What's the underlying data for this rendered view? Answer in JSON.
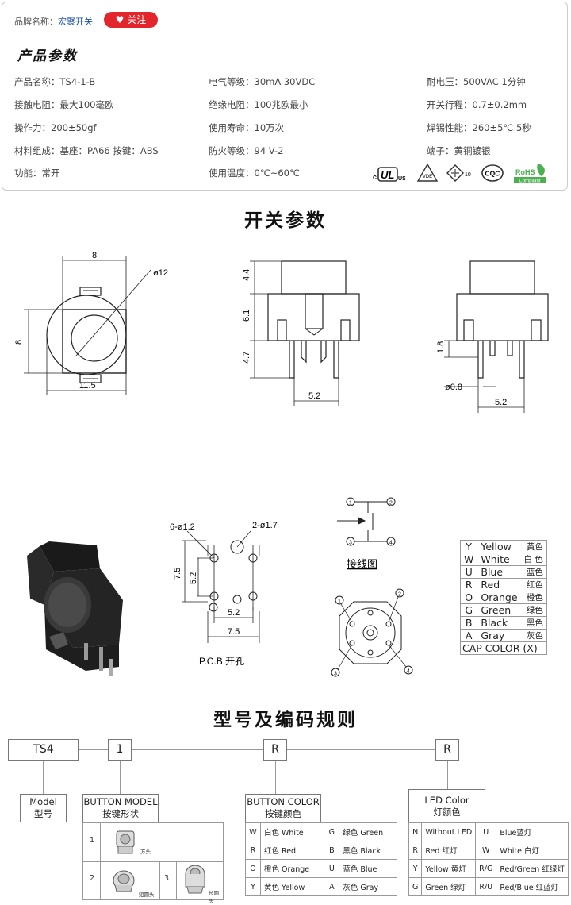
{
  "header": {
    "brand_label": "品牌名称：",
    "brand_name": "宏聚开关",
    "follow_label": "关注",
    "params_title": "产品参数"
  },
  "params": [
    {
      "label": "产品名称：TS4-1-B"
    },
    {
      "label": "电气等级：30mA  30VDC"
    },
    {
      "label": "耐电压：500VAC  1分钟"
    },
    {
      "label": "接触电阻：最大100毫欧"
    },
    {
      "label": "绝缘电阻：100兆欧最小"
    },
    {
      "label": "开关行程：0.7±0.2mm"
    },
    {
      "label": "操作力：200±50gf"
    },
    {
      "label": "使用寿命：10万次"
    },
    {
      "label": "焊锡性能：260±5℃  5秒"
    },
    {
      "label": "材料组成：基座：PA66   按键：ABS"
    },
    {
      "label": "防火等级：94 V-2"
    },
    {
      "label": "端子：黄铜镀银"
    },
    {
      "label": "功能：常开"
    },
    {
      "label": "使用温度：0℃~60℃"
    }
  ],
  "certs": {
    "ul": "c",
    "ul_us": "US",
    "vde": "VDE",
    "enec": "10",
    "cqc": "CQC",
    "rohs": "RoHS",
    "rohs_sub": "Compliant"
  },
  "titles": {
    "switch_params": "开关参数",
    "code_rules": "型号及编码规则"
  },
  "drawing": {
    "dim_8_top": "8",
    "dim_8_left": "8",
    "dim_dia12": "ø12",
    "dim_11_5": "11.5",
    "dim_4_4": "4.4",
    "dim_6_1": "6.1",
    "dim_4_7": "4.7",
    "dim_5_2_front": "5.2",
    "dim_1_8": "1.8",
    "dim_dia0_8": "ø0.8",
    "dim_5_2_side": "5.2",
    "pcb_holes_6": "6-ø1.2",
    "pcb_holes_2": "2-ø1.7",
    "pcb_7_5_v": "7.5",
    "pcb_5_2_v": "5.2",
    "pcb_5_2_h": "5.2",
    "pcb_7_5_h": "7.5",
    "pcb_label": "P.C.B.开孔",
    "wiring_label": "接线图",
    "pin1": "1",
    "pin2": "2",
    "pin3": "3",
    "pin4": "4"
  },
  "color_table": {
    "rows": [
      {
        "k": "Y",
        "en": "Yellow",
        "cn": "黄色"
      },
      {
        "k": "W",
        "en": "White",
        "cn": "白 色"
      },
      {
        "k": "U",
        "en": "Blue",
        "cn": "蓝色"
      },
      {
        "k": "R",
        "en": "Red",
        "cn": "红色"
      },
      {
        "k": "O",
        "en": "Orange",
        "cn": "橙色"
      },
      {
        "k": "G",
        "en": "Green",
        "cn": "绿色"
      },
      {
        "k": "B",
        "en": "Black",
        "cn": "黑色"
      },
      {
        "k": "A",
        "en": "Gray",
        "cn": "灰色"
      }
    ],
    "footer": "CAP COLOR (X)"
  },
  "code": {
    "box1": "TS4",
    "box2": "1",
    "box3": "R",
    "box4": "R",
    "model_en": "Model",
    "model_cn": "型号",
    "button_model_en": "BUTTON MODEL",
    "button_model_cn": "按键形状",
    "shape_rows": [
      {
        "k": "1",
        "label": "方头"
      },
      {
        "k": "2",
        "label": "短圆头"
      },
      {
        "k": "3",
        "label": "长圆头"
      }
    ],
    "button_color_en": "BUTTON COLOR",
    "button_color_cn": "按键颜色",
    "button_colors": [
      [
        "W",
        "白色 White",
        "G",
        "绿色 Green"
      ],
      [
        "R",
        "红色 Red",
        "B",
        "黑色 Black"
      ],
      [
        "O",
        "橙色 Orange",
        "U",
        "蓝色 Blue"
      ],
      [
        "Y",
        "黄色 Yellow",
        "A",
        "灰色 Gray"
      ]
    ],
    "led_color_en": "LED Color",
    "led_color_cn": "灯颜色",
    "led_colors": [
      [
        "N",
        "Without LED",
        "U",
        "Blue蓝灯"
      ],
      [
        "R",
        "Red 红灯",
        "W",
        "White 白灯"
      ],
      [
        "Y",
        "Yellow 黄灯",
        "R/G",
        "Red/Green 红绿灯"
      ],
      [
        "G",
        "Green 绿灯",
        "R/U",
        "Red/Blue 红蓝灯"
      ]
    ]
  },
  "colors": {
    "accent": "#e3262b",
    "link": "#1d4fa0"
  }
}
